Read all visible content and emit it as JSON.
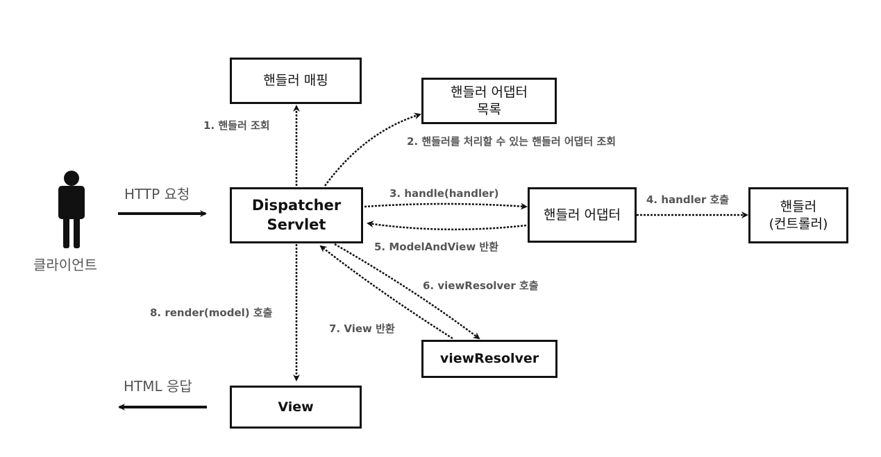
{
  "client": {
    "label": "클라이언트"
  },
  "request_label": "HTTP 요청",
  "response_label": "HTML 응답",
  "boxes": {
    "handler_mapping": "핸들러 매핑",
    "adapter_list_line1": "핸들러 어댑터",
    "adapter_list_line2": "목록",
    "dispatcher_line1": "Dispatcher",
    "dispatcher_line2": "Servlet",
    "handler_adapter": "핸들러 어댑터",
    "handler_line1": "핸들러",
    "handler_line2": "(컨트롤러)",
    "view_resolver": "viewResolver",
    "view": "View"
  },
  "steps": [
    "1. 핸들러 조회",
    "2. 핸들러를 처리할 수 있는 핸들러 어댑터 조회",
    "3. handle(handler)",
    "4. handler 호출",
    "5. ModelAndView 반환",
    "6. viewResolver 호출",
    "7. View 반환",
    "8. render(model) 호출"
  ],
  "colors": {
    "stroke": "#111111",
    "label": "#555555",
    "background": "#ffffff"
  }
}
